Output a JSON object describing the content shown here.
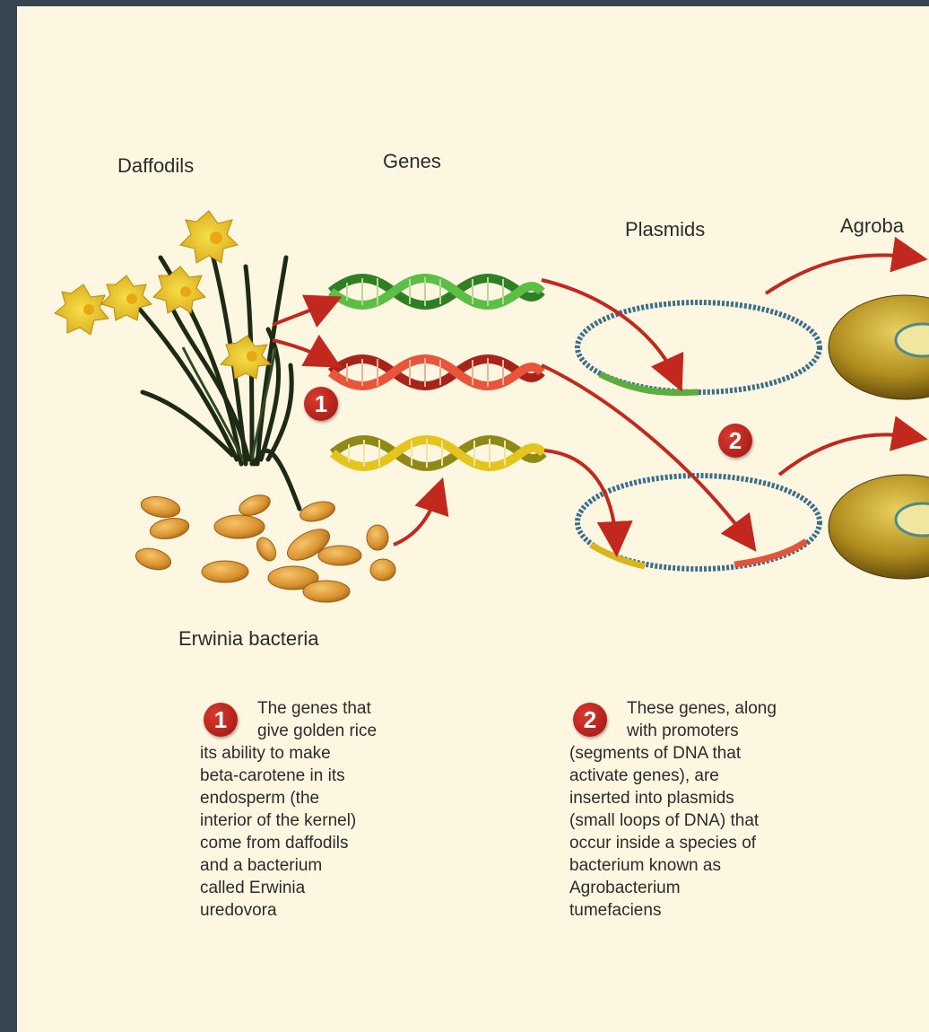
{
  "labels": {
    "daffodils": "Daffodils",
    "genes": "Genes",
    "plasmids": "Plasmids",
    "agrobacterium": "Agroba",
    "erwinia": "Erwinia bacteria"
  },
  "steps": [
    {
      "number": "1",
      "lines": [
        "The genes that",
        "give golden rice",
        "its ability to make",
        "beta-carotene in its",
        "endosperm (the",
        "interior of the kernel)",
        "come from daffodils",
        "and a bacterium",
        "called Erwinia",
        "uredovora"
      ]
    },
    {
      "number": "2",
      "lines": [
        "These genes, along",
        "with promoters",
        "(segments of DNA that",
        "activate genes), are",
        "inserted into plasmids",
        "(small loops of DNA) that",
        "occur inside a species of",
        "bacterium known as",
        "Agrobacterium",
        "tumefaciens"
      ]
    }
  ],
  "colors": {
    "background": "#fdf7e1",
    "frame": "#36454f",
    "badge": "#c0261d",
    "arrow": "#c2281d",
    "gene_green": "#3c9a2e",
    "gene_red": "#d8402c",
    "gene_yellow": "#d9b41c"
  }
}
